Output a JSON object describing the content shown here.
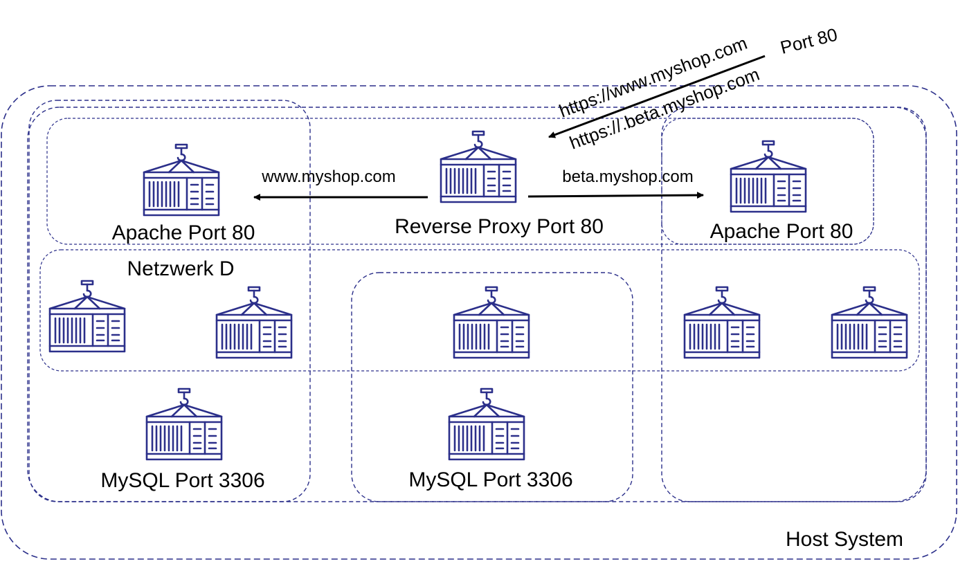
{
  "colors": {
    "container_icon": "#2b2f8a",
    "dashed_border": "#2b2f8a",
    "arrow": "#000000",
    "text": "#000000"
  },
  "icons": {
    "container": "shipping-container-icon"
  },
  "labels": {
    "host_system": "Host System",
    "netzwerk_d": "Netzwerk D",
    "apache_left": "Apache Port 80",
    "reverse_proxy": "Reverse Proxy Port 80",
    "apache_right": "Apache Port 80",
    "mysql_left": "MySQL Port 3306",
    "mysql_center": "MySQL Port 3306",
    "arrow_left": "www.myshop.com",
    "arrow_right": "beta.myshop.com",
    "incoming_1": "https://www.myshop.com",
    "incoming_2": "https://.beta.myshop.com",
    "port_80": "Port 80"
  }
}
